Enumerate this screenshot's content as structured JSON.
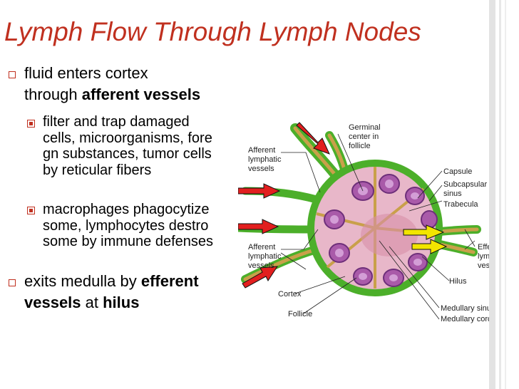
{
  "title": "Lymph Flow Through Lymph Nodes",
  "bullets": {
    "b1_line1": "fluid enters cortex",
    "b1_line2_a": "through ",
    "b1_line2_b": "afferent vessels",
    "s1_line1": "filter and trap damaged",
    "s1_line2": "cells, microorganisms, fore",
    "s1_line3": "gn substances, tumor cells",
    "s1_line4": "by reticular fibers",
    "s2_line1": "macrophages phagocytize",
    "s2_line2": "some, lymphocytes destro",
    "s2_line3": "some by immune defenses",
    "b2_line1_a": "exits medulla by ",
    "b2_line1_b": "efferent",
    "b2_line2_a": "vessels",
    "b2_line2_b": " at ",
    "b2_line2_c": "hilus"
  },
  "diagram": {
    "labels": {
      "germinal_1": "Germinal",
      "germinal_2": "center in",
      "germinal_3": "follicle",
      "afferent_top_1": "Afferent",
      "afferent_top_2": "lymphatic",
      "afferent_top_3": "vessels",
      "capsule": "Capsule",
      "subcapsular_1": "Subcapsular",
      "subcapsular_2": "sinus",
      "trabecula": "Trabecula",
      "afferent_bot_1": "Afferent",
      "afferent_bot_2": "lymphatic",
      "afferent_bot_3": "vessels",
      "efferent_1": "Efferent",
      "efferent_2": "lymphatic",
      "efferent_3": "vessels",
      "hilus": "Hilus",
      "cortex": "Cortex",
      "follicle": "Follicle",
      "medullary_sinus": "Medullary sinus",
      "medullary_cord": "Medullary cord"
    },
    "colors": {
      "capsule_green": "#4caf2a",
      "tissue_pink": "#e8b7c9",
      "follicle_purple": "#8e4a99",
      "afferent_arrow": "#e21f1f",
      "efferent_arrow": "#f2e500"
    }
  }
}
